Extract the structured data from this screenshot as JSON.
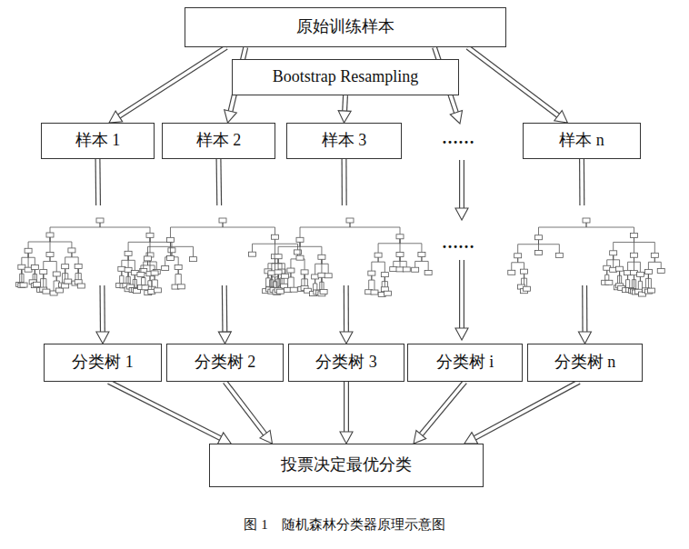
{
  "diagram": {
    "caption": "图 1　随机森林分类器原理示意图",
    "nodes": [
      {
        "text": [
          "原始训练样本"
        ]
      },
      {
        "text": [
          "Bootstrap Resampling"
        ]
      },
      {
        "text": [
          "样本 1"
        ]
      },
      {
        "text": [
          "样本 2"
        ]
      },
      {
        "text": [
          "样本 3"
        ]
      },
      {
        "text": [
          "样本 n"
        ]
      },
      {
        "text": [
          "分类树 1"
        ]
      },
      {
        "text": [
          "分类树 2"
        ]
      },
      {
        "text": [
          "分类树 3"
        ]
      },
      {
        "text": [
          "分类树 i"
        ]
      },
      {
        "text": [
          "分类树 n"
        ]
      },
      {
        "text": [
          "投票决定最优分类"
        ]
      }
    ],
    "edges": [
      {
        "from": 0,
        "to": 2,
        "arrow": "to"
      },
      {
        "from": 0,
        "to": 3,
        "arrow": "to"
      },
      {
        "from": 1,
        "to": 4,
        "arrow": "to"
      },
      {
        "from": 0,
        "to": 5,
        "arrow": "to"
      },
      {
        "from": 2,
        "to": 6,
        "arrow": "to"
      },
      {
        "from": 3,
        "to": 7,
        "arrow": "to"
      },
      {
        "from": 4,
        "to": 8,
        "arrow": "to"
      },
      {
        "from": 5,
        "to": 10,
        "arrow": "to"
      },
      {
        "from": 6,
        "to": 11,
        "arrow": "to"
      },
      {
        "from": 7,
        "to": 11,
        "arrow": "to"
      },
      {
        "from": 8,
        "to": 11,
        "arrow": "to"
      },
      {
        "from": 9,
        "to": 11,
        "arrow": "to"
      },
      {
        "from": 10,
        "to": 11,
        "arrow": "to"
      }
    ],
    "labels": [
      "……",
      "……"
    ]
  }
}
